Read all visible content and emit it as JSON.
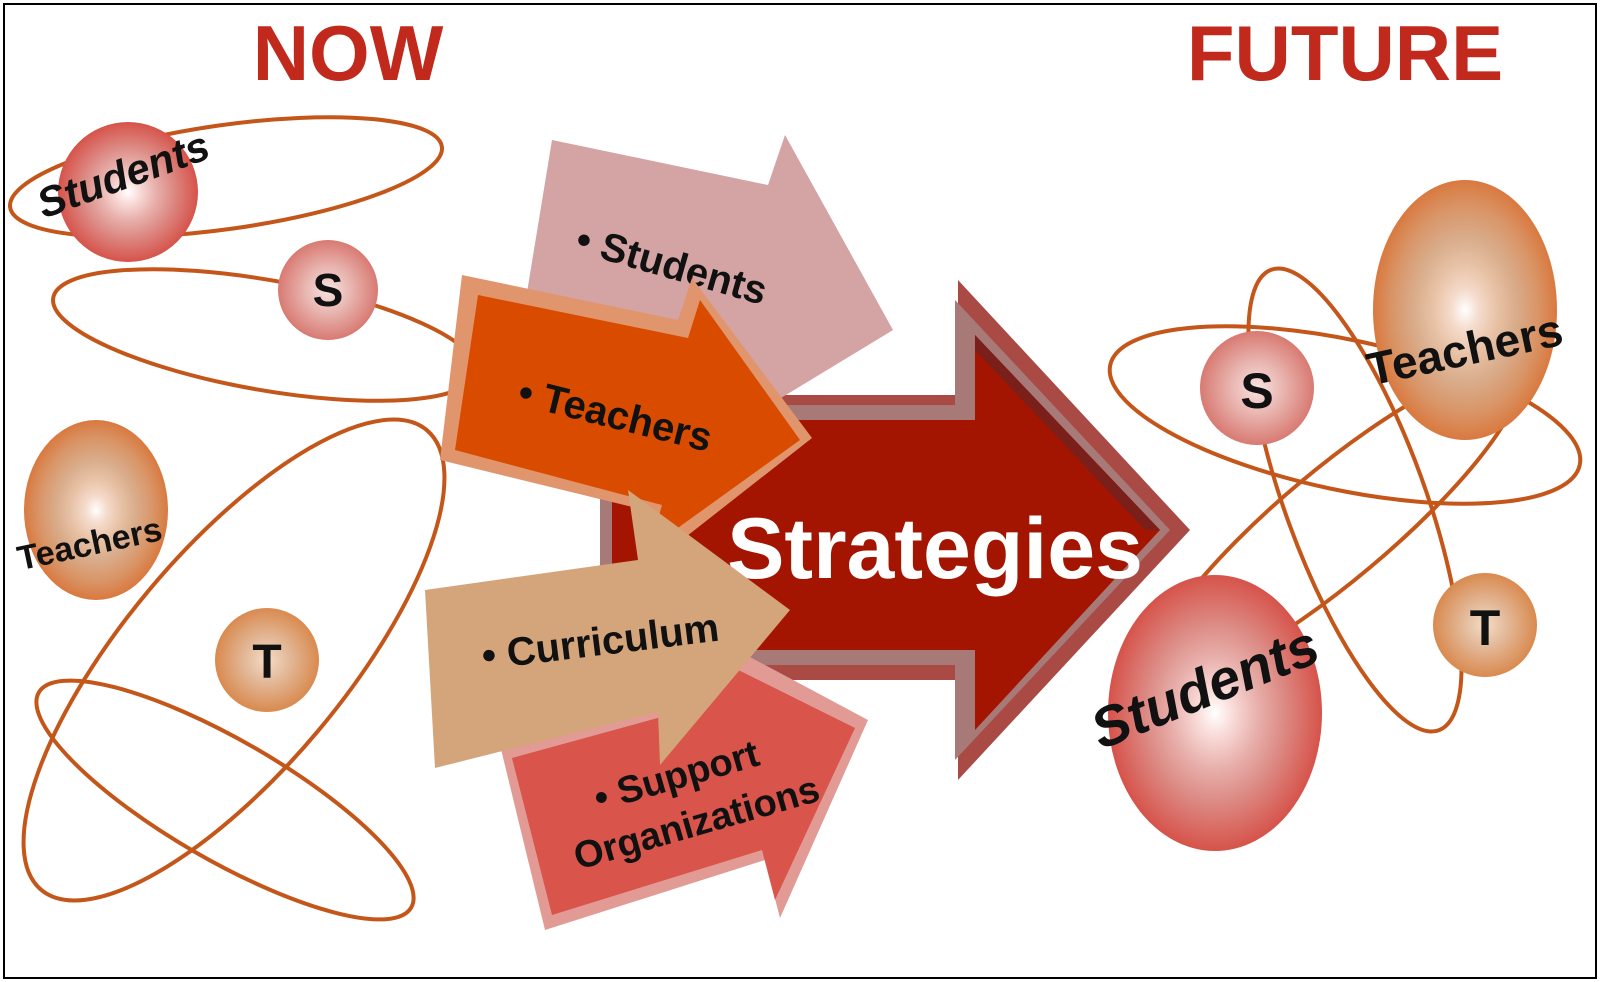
{
  "headings": {
    "now": "NOW",
    "future": "FUTURE"
  },
  "now_side": {
    "students_label": "Students",
    "s_label": "S",
    "teachers_label": "Teachers",
    "t_label": "T"
  },
  "input_arrows": {
    "students": "• Students",
    "teachers": "• Teachers",
    "curriculum": "• Curriculum",
    "support_line1": "• Support",
    "support_line2": "Organizations"
  },
  "main_arrow": {
    "label": "Strategies"
  },
  "future_side": {
    "s_label": "S",
    "teachers_label": "Teachers",
    "students_label": "Students",
    "t_label": "T"
  },
  "colors": {
    "heading": "#c0291b",
    "orbit": "#c4561a",
    "main_arrow": "#a31500",
    "students_arrow": "#d4a3a3",
    "teachers_arrow": "#d94c00",
    "curriculum_arrow": "#d4a57a",
    "support_arrow": "#d9544a"
  }
}
